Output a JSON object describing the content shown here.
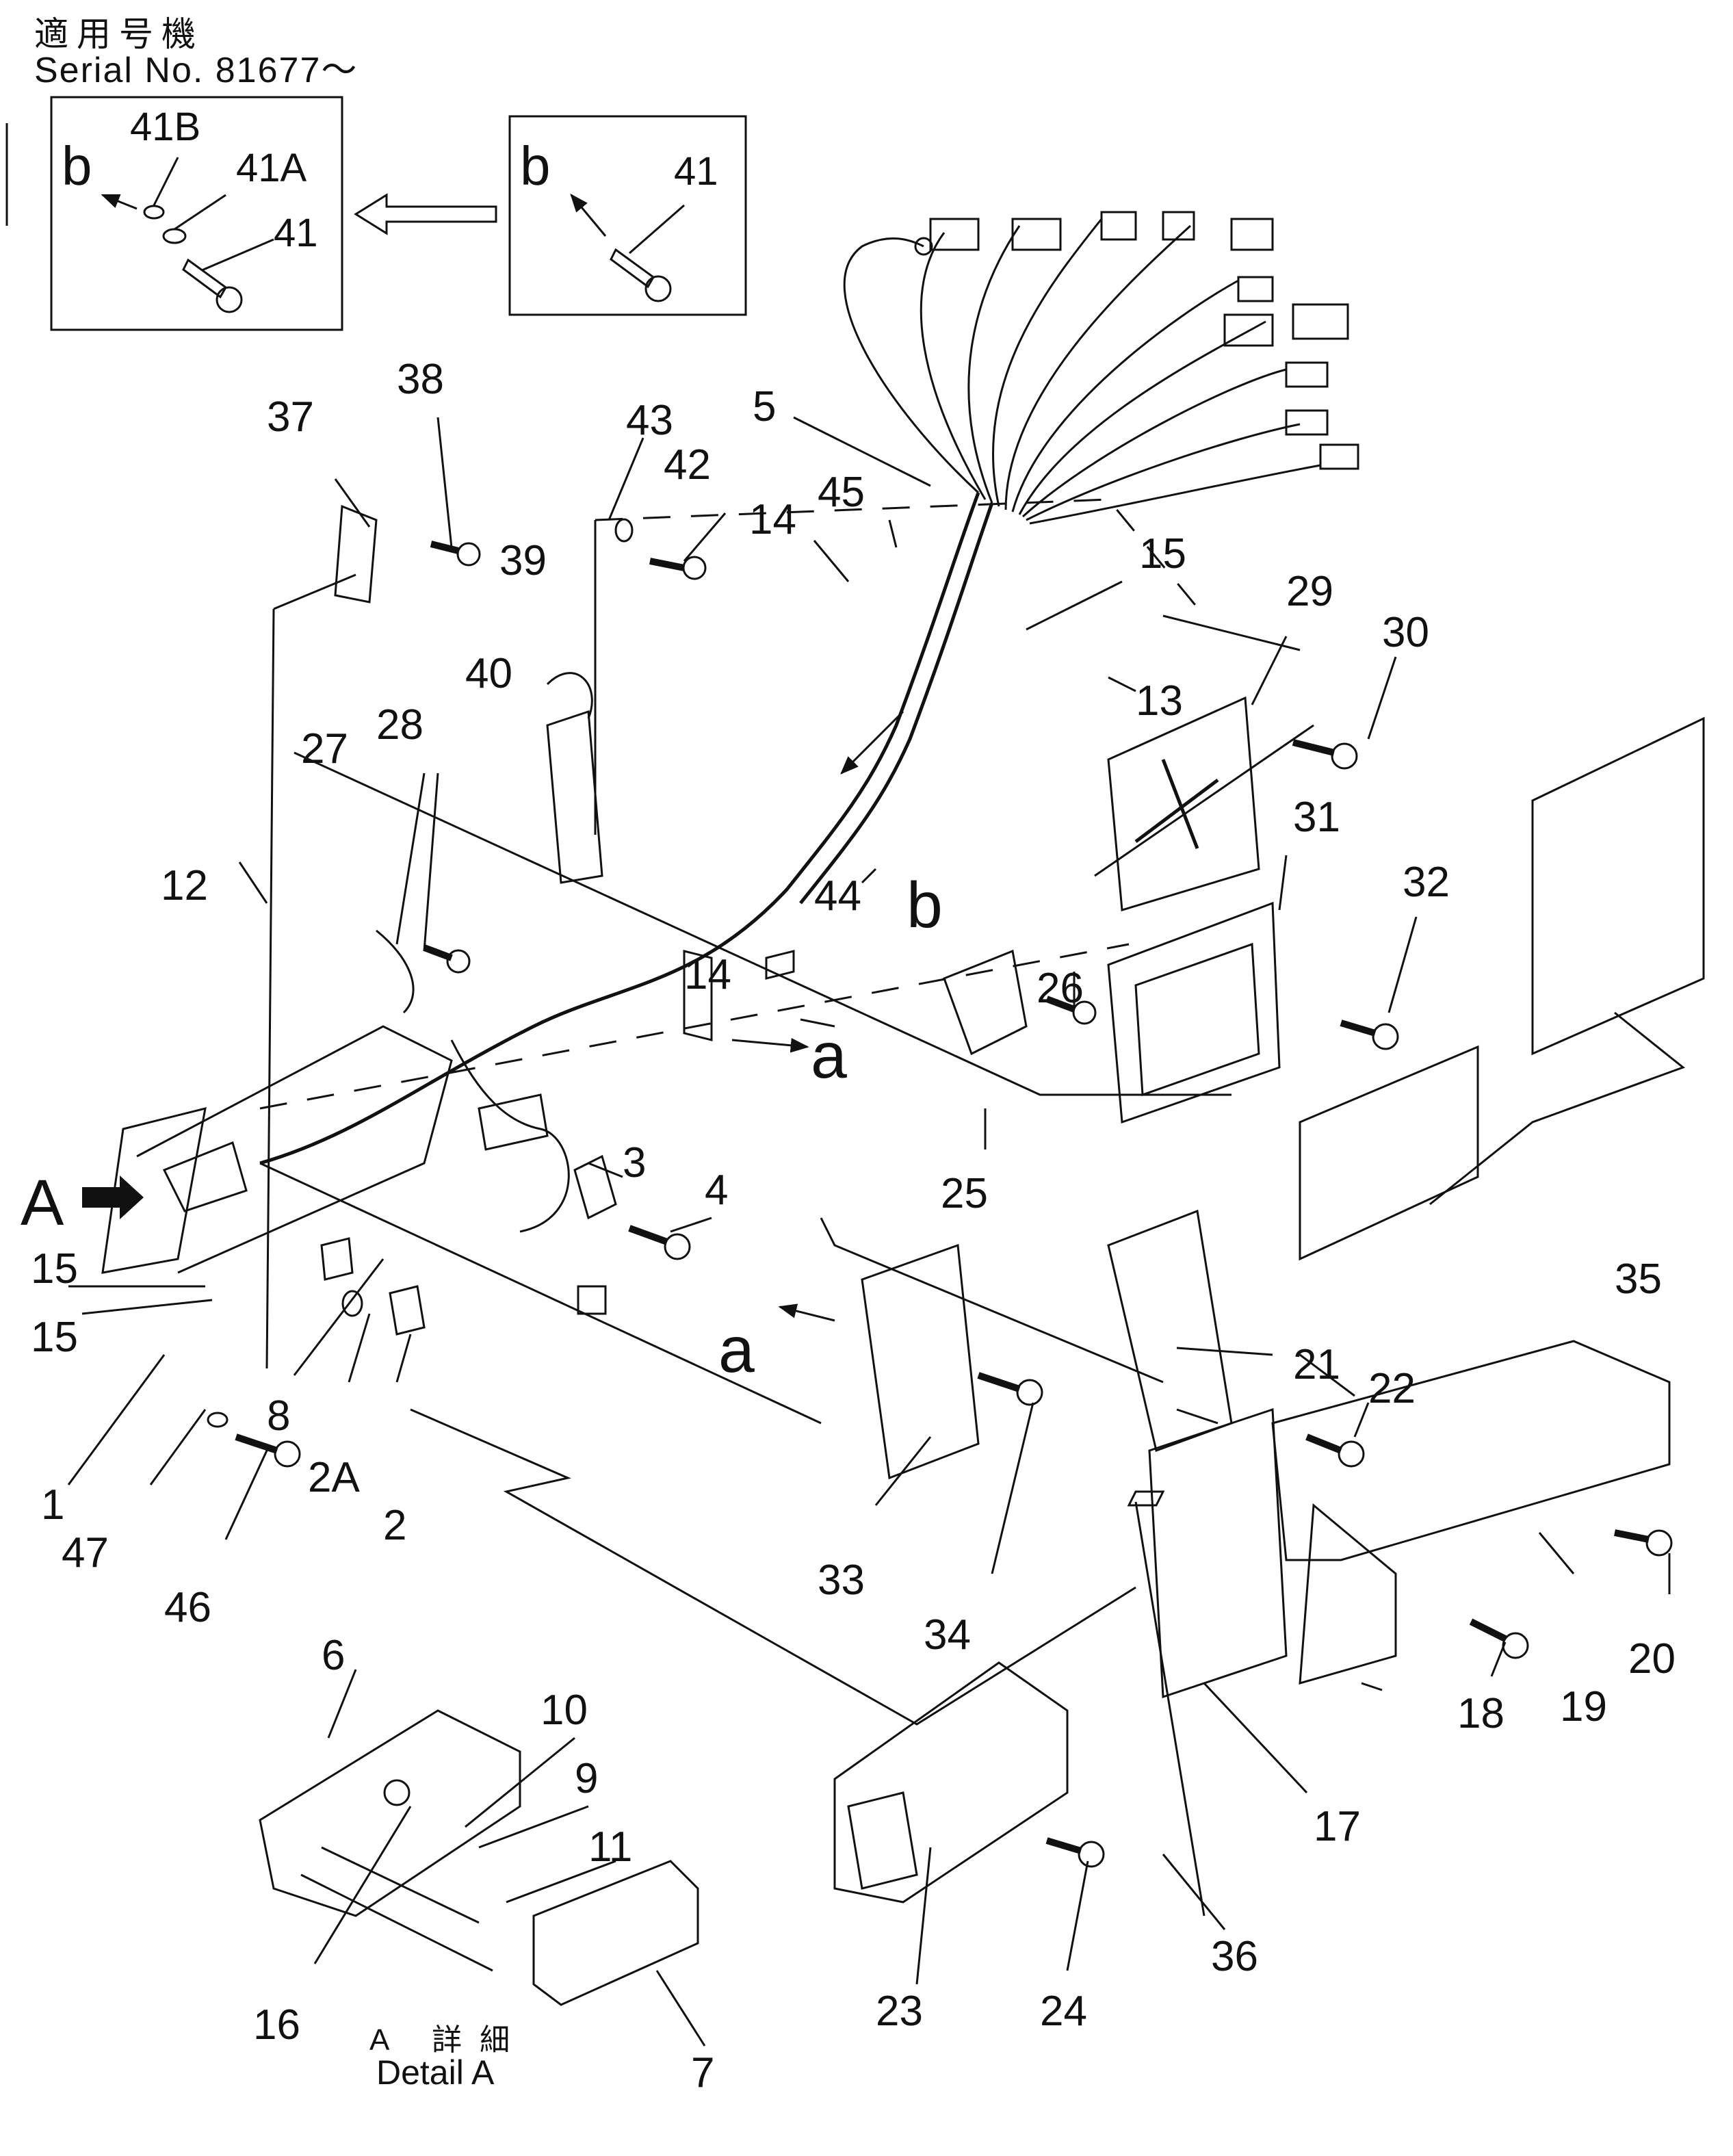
{
  "header": {
    "applicable_jp": "適用号機",
    "serial": "Serial No. 81677～"
  },
  "inset_left": {
    "arrow_letter": "b",
    "labels": [
      "41B",
      "41A",
      "41"
    ]
  },
  "inset_right": {
    "arrow_letter": "b",
    "labels": [
      "41"
    ]
  },
  "callouts": [
    {
      "id": "1",
      "text": "1"
    },
    {
      "id": "2",
      "text": "2"
    },
    {
      "id": "2a",
      "text": "2A"
    },
    {
      "id": "3",
      "text": "3"
    },
    {
      "id": "4",
      "text": "4"
    },
    {
      "id": "5",
      "text": "5"
    },
    {
      "id": "6",
      "text": "6"
    },
    {
      "id": "7",
      "text": "7"
    },
    {
      "id": "8",
      "text": "8"
    },
    {
      "id": "9",
      "text": "9"
    },
    {
      "id": "10",
      "text": "10"
    },
    {
      "id": "11",
      "text": "11"
    },
    {
      "id": "12",
      "text": "12"
    },
    {
      "id": "13",
      "text": "13"
    },
    {
      "id": "14a",
      "text": "14"
    },
    {
      "id": "14b",
      "text": "14"
    },
    {
      "id": "15a",
      "text": "15"
    },
    {
      "id": "15b",
      "text": "15"
    },
    {
      "id": "15c",
      "text": "15"
    },
    {
      "id": "16",
      "text": "16"
    },
    {
      "id": "17",
      "text": "17"
    },
    {
      "id": "18",
      "text": "18"
    },
    {
      "id": "19",
      "text": "19"
    },
    {
      "id": "20",
      "text": "20"
    },
    {
      "id": "21",
      "text": "21"
    },
    {
      "id": "22",
      "text": "22"
    },
    {
      "id": "23",
      "text": "23"
    },
    {
      "id": "24",
      "text": "24"
    },
    {
      "id": "25",
      "text": "25"
    },
    {
      "id": "26",
      "text": "26"
    },
    {
      "id": "27",
      "text": "27"
    },
    {
      "id": "28",
      "text": "28"
    },
    {
      "id": "29",
      "text": "29"
    },
    {
      "id": "30",
      "text": "30"
    },
    {
      "id": "31",
      "text": "31"
    },
    {
      "id": "32",
      "text": "32"
    },
    {
      "id": "33",
      "text": "33"
    },
    {
      "id": "34",
      "text": "34"
    },
    {
      "id": "35",
      "text": "35"
    },
    {
      "id": "36",
      "text": "36"
    },
    {
      "id": "37",
      "text": "37"
    },
    {
      "id": "38",
      "text": "38"
    },
    {
      "id": "39",
      "text": "39"
    },
    {
      "id": "40",
      "text": "40"
    },
    {
      "id": "42",
      "text": "42"
    },
    {
      "id": "43",
      "text": "43"
    },
    {
      "id": "44",
      "text": "44"
    },
    {
      "id": "45",
      "text": "45"
    },
    {
      "id": "46",
      "text": "46"
    },
    {
      "id": "47",
      "text": "47"
    }
  ],
  "markers": {
    "detail_view": "A",
    "connector_a1": "a",
    "connector_a2": "a",
    "connector_b": "b"
  },
  "caption": {
    "jp": "A 詳細",
    "en": "Detail A"
  }
}
